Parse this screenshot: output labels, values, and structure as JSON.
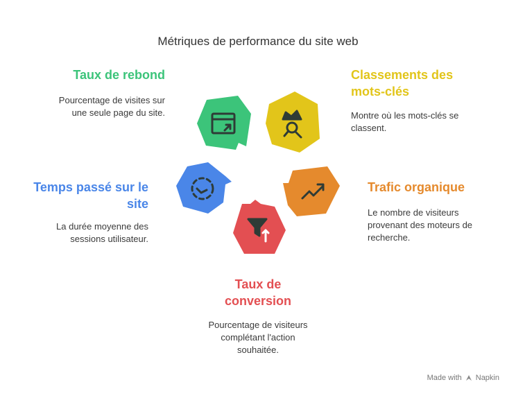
{
  "title": "Métriques de performance du site web",
  "colors": {
    "green": "#3cc47a",
    "yellow": "#e2c51a",
    "blue": "#4a86e8",
    "orange": "#e58a2d",
    "red": "#e34f52"
  },
  "metrics": [
    {
      "heading": "Taux de rebond",
      "description": "Pourcentage de visites sur une seule page du site.",
      "icon": "browser-redirect-icon",
      "color": "#3cc47a"
    },
    {
      "heading": "Classements des mots-clés",
      "description": "Montre où les mots-clés se classent.",
      "icon": "crown-magnifier-icon",
      "color": "#e2c51a"
    },
    {
      "heading": "Trafic organique",
      "description": "Le nombre de visiteurs provenant des moteurs de recherche.",
      "icon": "trending-up-icon",
      "color": "#e58a2d"
    },
    {
      "heading": "Taux de conversion",
      "description": "Pourcentage de visiteurs complétant l'action souhaitée.",
      "icon": "funnel-icon",
      "color": "#e34f52"
    },
    {
      "heading": "Temps passé sur le site",
      "description": "La durée moyenne des sessions utilisateur.",
      "icon": "timer-icon",
      "color": "#4a86e8"
    }
  ],
  "footer": {
    "made_with": "Made with",
    "brand": "Napkin"
  }
}
